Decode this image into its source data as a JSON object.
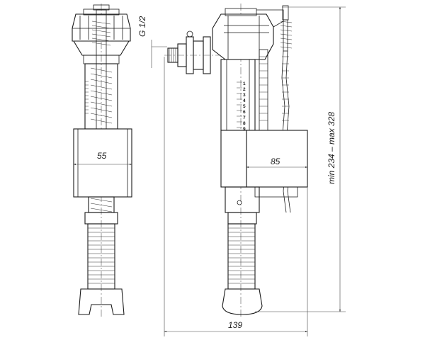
{
  "drawing": {
    "thread_label": "G 1/2",
    "width_front": "55",
    "width_side": "85",
    "height_range": "min 234 – max 328",
    "overall_depth": "139",
    "scale_marks": [
      "1",
      "2",
      "3",
      "4",
      "5",
      "6",
      "7",
      "8",
      "9"
    ]
  }
}
